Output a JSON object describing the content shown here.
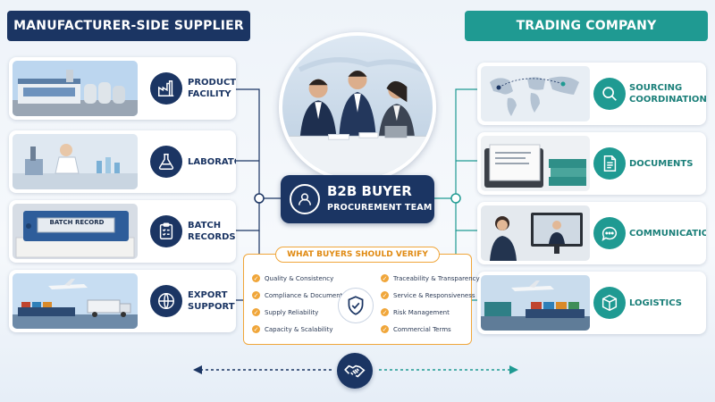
{
  "left_header": "MANUFACTURER-SIDE SUPPLIER",
  "right_header": "TRADING COMPANY",
  "left_items": [
    {
      "label": "PRODUCTION\nFACILITY",
      "icon": "factory-icon"
    },
    {
      "label": "LABORATORY",
      "icon": "flask-icon"
    },
    {
      "label": "BATCH\nRECORDS",
      "icon": "clipboard-icon"
    },
    {
      "label": "EXPORT\nSUPPORT",
      "icon": "globe-icon"
    }
  ],
  "right_items": [
    {
      "label": "SOURCING\nCOORDINATION",
      "icon": "magnifier-icon"
    },
    {
      "label": "DOCUMENTS",
      "icon": "document-icon"
    },
    {
      "label": "COMMUNICATION",
      "icon": "chat-icon"
    },
    {
      "label": "LOGISTICS",
      "icon": "box-icon"
    }
  ],
  "binder_label": "BATCH RECORD",
  "buyer": {
    "title": "B2B BUYER",
    "subtitle": "PROCUREMENT TEAM"
  },
  "verify": {
    "title": "WHAT BUYERS SHOULD VERIFY",
    "left": [
      "Quality & Consistency",
      "Compliance & Documentation",
      "Supply Reliability",
      "Capacity & Scalability"
    ],
    "right": [
      "Traceability & Transparency",
      "Service & Responsiveness",
      "Risk Management",
      "Commercial Terms"
    ]
  },
  "colors": {
    "navy": "#1b3563",
    "teal": "#1f9a92",
    "accent": "#f0a63a"
  }
}
